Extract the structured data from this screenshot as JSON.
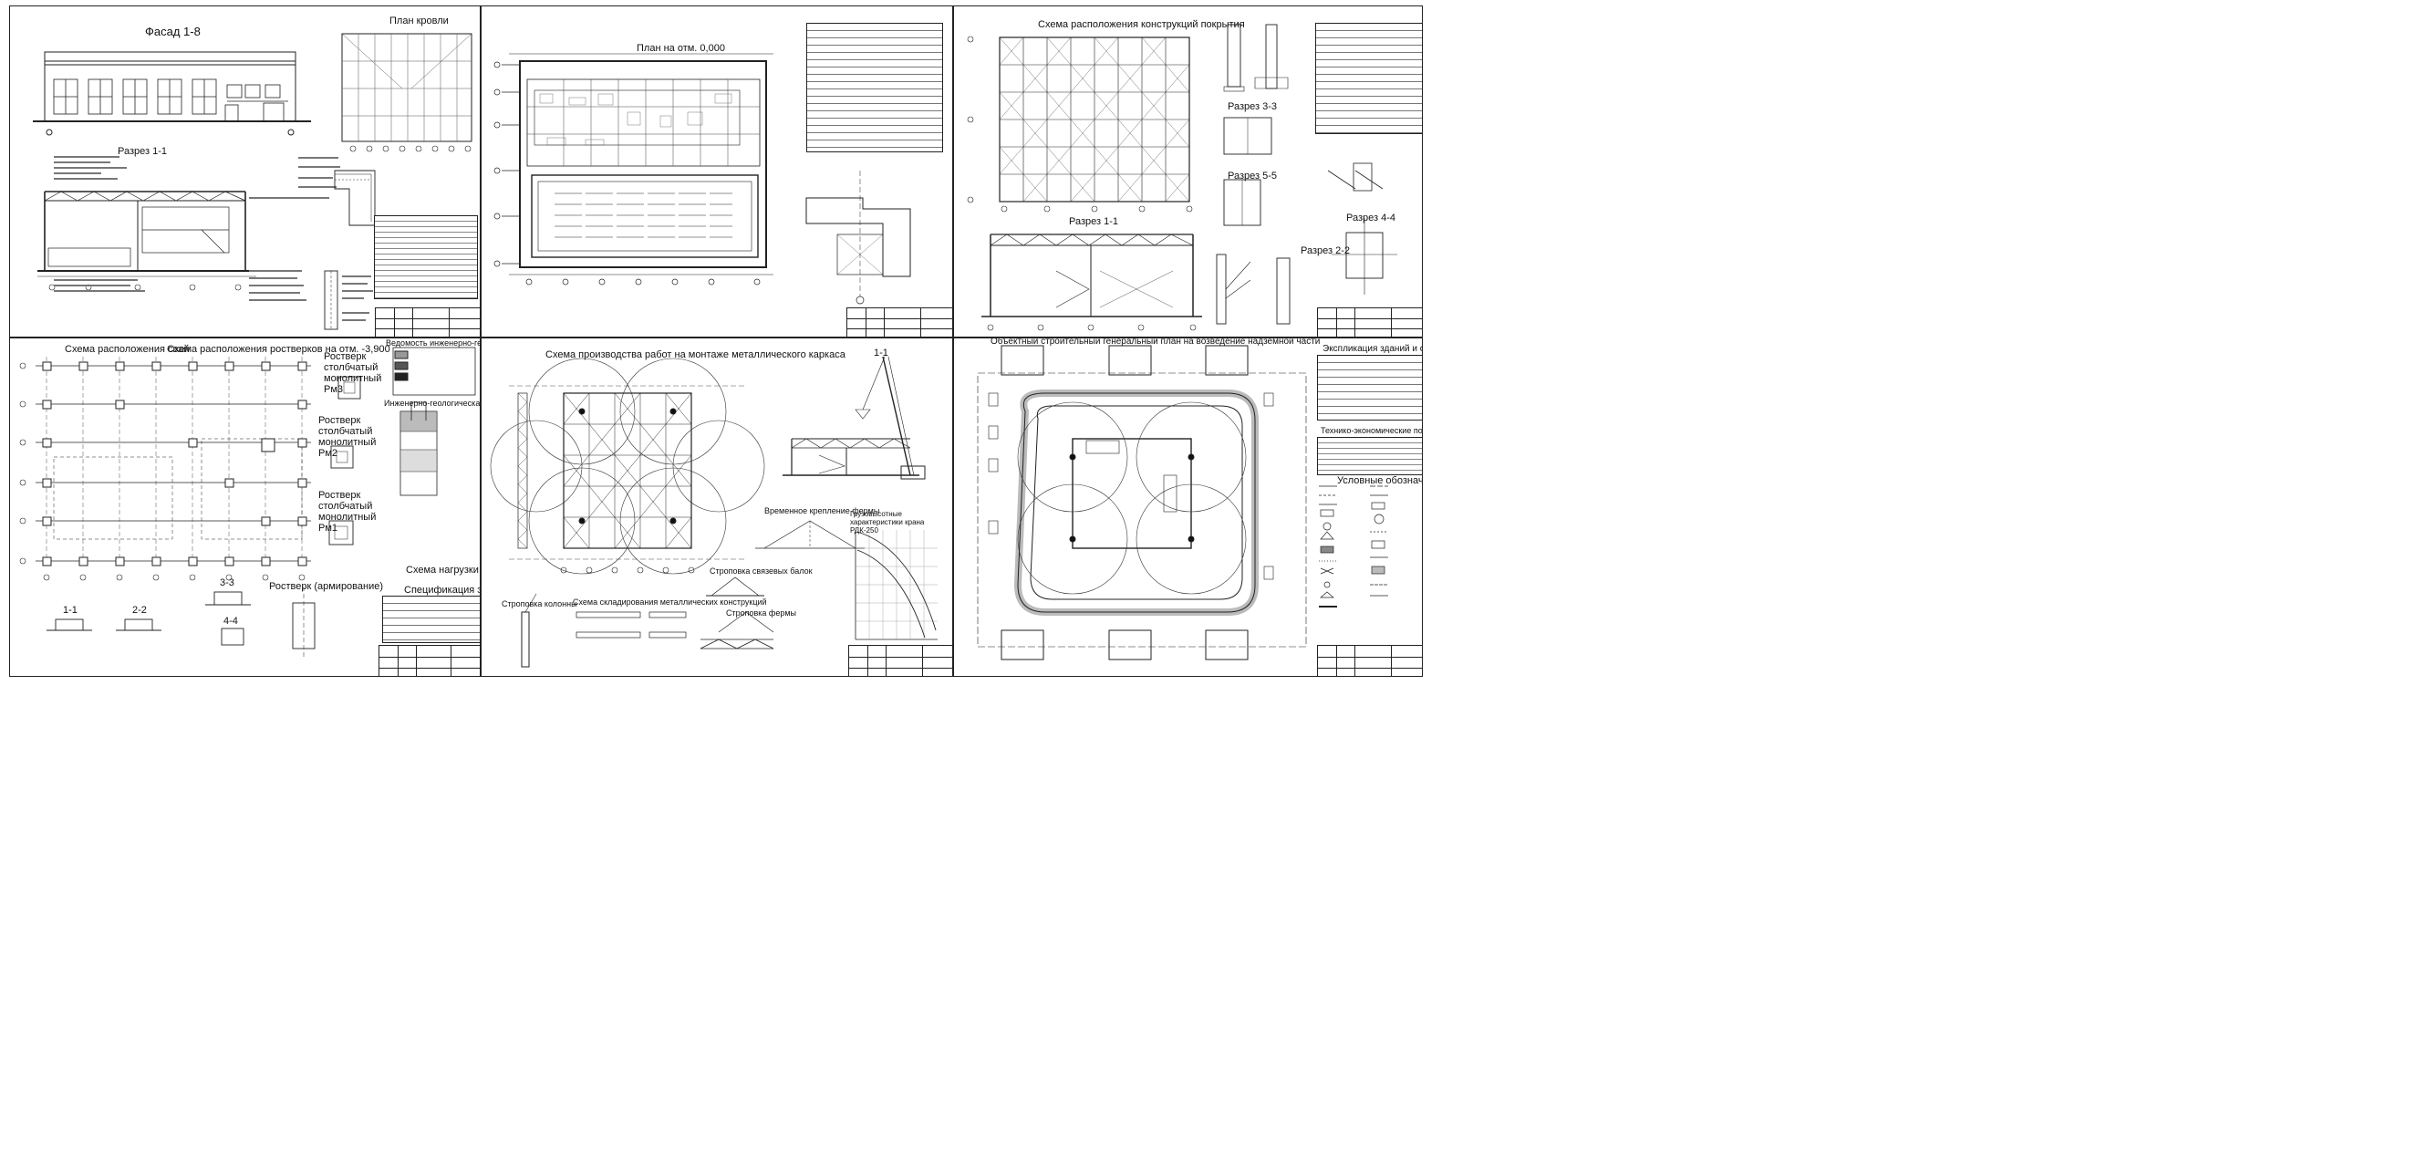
{
  "sheet1": {
    "facade_title": "Фасад 1-8",
    "roof_plan_title": "План кровли",
    "section_title": "Разрез 1-1"
  },
  "sheet2": {
    "plan_title": "План на отм. 0,000"
  },
  "sheet3": {
    "layout_title": "Схема расположения конструкций покрытия",
    "section_title": "Разрез 1-1",
    "node_titles": [
      "Разрез 3-3",
      "Разрез 5-5",
      "Разрез 4-4",
      "Разрез 2-2"
    ]
  },
  "sheet4": {
    "piles_title": "Схема расположения свай",
    "grillage_title": "Схема расположения ростверков на отм. -3,900",
    "grillage_pm1": "Ростверк столбчатый монолитный Рм1",
    "grillage_pm2": "Ростверк столбчатый монолитный Рм2",
    "grillage_pm3": "Ростверк столбчатый монолитный Рм3",
    "geology_title": "Инженерно-геологическая колонка",
    "legend_title": "Ведомость инженерно-геологических элементов",
    "loads_title": "Схема нагрузки",
    "spec_title": "Спецификация элементов",
    "sections": [
      "1-1",
      "2-2",
      "3-3",
      "4-4"
    ],
    "pile_cut_title": "Ростверк (армирование)"
  },
  "sheet5": {
    "scheme_title": "Схема производства работ на монтаже металлического каркаса",
    "section_title": "1-1",
    "truss_fix_title": "Временное крепление фермы",
    "crane_title": "Грузовысотные характеристики крана РДК-250",
    "beam_sling_title": "Строповка связевых балок",
    "truss_sling_title": "Строповка фермы",
    "column_sling_title": "Строповка колонны",
    "storage_title": "Схема складирования металлических конструкций"
  },
  "sheet6": {
    "genplan_title": "Объектный строительный генеральный план на возведение надземной части",
    "buildings_title": "Экспликация зданий и сооружений",
    "tep_title": "Технико-экономические показатели",
    "legend_title": "Условные обозначения"
  }
}
